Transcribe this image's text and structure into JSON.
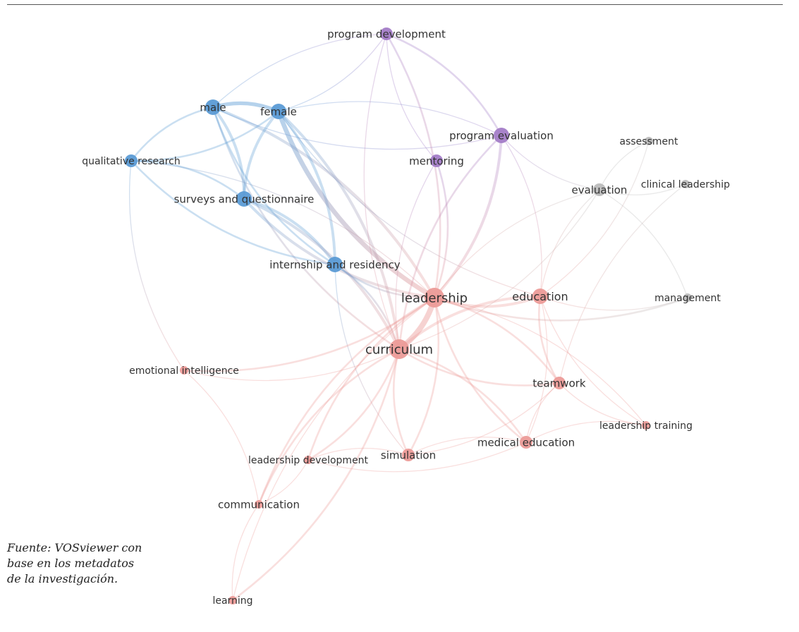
{
  "network": {
    "clusters": {
      "blue": "#5b9bd5",
      "purple": "#a37cc7",
      "gray": "#bcbcbc",
      "red": "#ec9b98"
    },
    "nodes": [
      {
        "id": "program-development",
        "label": "program development",
        "cluster": "purple",
        "weight": 2
      },
      {
        "id": "male",
        "label": "male",
        "cluster": "blue",
        "weight": 3
      },
      {
        "id": "female",
        "label": "female",
        "cluster": "blue",
        "weight": 3
      },
      {
        "id": "program-evaluation",
        "label": "program evaluation",
        "cluster": "purple",
        "weight": 3
      },
      {
        "id": "assessment",
        "label": "assessment",
        "cluster": "gray",
        "weight": 1
      },
      {
        "id": "qualitative-research",
        "label": "qualitative research",
        "cluster": "blue",
        "weight": 2
      },
      {
        "id": "mentoring",
        "label": "mentoring",
        "cluster": "purple",
        "weight": 2
      },
      {
        "id": "evaluation",
        "label": "evaluation",
        "cluster": "gray",
        "weight": 2
      },
      {
        "id": "clinical-leadership",
        "label": "clinical leadership",
        "cluster": "gray",
        "weight": 1
      },
      {
        "id": "surveys-and-questionnaire",
        "label": "surveys and questionnaire",
        "cluster": "blue",
        "weight": 3
      },
      {
        "id": "internship-and-residency",
        "label": "internship and residency",
        "cluster": "blue",
        "weight": 3
      },
      {
        "id": "leadership",
        "label": "leadership",
        "cluster": "red",
        "weight": 5
      },
      {
        "id": "education",
        "label": "education",
        "cluster": "red",
        "weight": 3
      },
      {
        "id": "management",
        "label": "management",
        "cluster": "gray",
        "weight": 1
      },
      {
        "id": "curriculum",
        "label": "curriculum",
        "cluster": "red",
        "weight": 5
      },
      {
        "id": "emotional-intelligence",
        "label": "emotional intelligence",
        "cluster": "red",
        "weight": 1
      },
      {
        "id": "teamwork",
        "label": "teamwork",
        "cluster": "red",
        "weight": 2
      },
      {
        "id": "leadership-training",
        "label": "leadership training",
        "cluster": "red",
        "weight": 1
      },
      {
        "id": "medical-education",
        "label": "medical education",
        "cluster": "red",
        "weight": 2
      },
      {
        "id": "simulation",
        "label": "simulation",
        "cluster": "red",
        "weight": 2
      },
      {
        "id": "leadership-development",
        "label": "leadership development",
        "cluster": "red",
        "weight": 1
      },
      {
        "id": "communication",
        "label": "communication",
        "cluster": "red",
        "weight": 1
      },
      {
        "id": "learning",
        "label": "learning",
        "cluster": "red",
        "weight": 1
      }
    ],
    "links": [
      [
        "male",
        "female",
        4
      ],
      [
        "male",
        "qualitative-research",
        2
      ],
      [
        "male",
        "surveys-and-questionnaire",
        3
      ],
      [
        "male",
        "internship-and-residency",
        2
      ],
      [
        "male",
        "leadership",
        3
      ],
      [
        "male",
        "curriculum",
        2
      ],
      [
        "male",
        "program-development",
        1
      ],
      [
        "male",
        "program-evaluation",
        1
      ],
      [
        "female",
        "qualitative-research",
        2
      ],
      [
        "female",
        "surveys-and-questionnaire",
        3
      ],
      [
        "female",
        "internship-and-residency",
        3
      ],
      [
        "female",
        "leadership",
        5
      ],
      [
        "female",
        "curriculum",
        3
      ],
      [
        "female",
        "program-development",
        1
      ],
      [
        "female",
        "program-evaluation",
        1
      ],
      [
        "female",
        "education",
        1
      ],
      [
        "qualitative-research",
        "surveys-and-questionnaire",
        2
      ],
      [
        "qualitative-research",
        "internship-and-residency",
        2
      ],
      [
        "qualitative-research",
        "leadership",
        1
      ],
      [
        "qualitative-research",
        "emotional-intelligence",
        1
      ],
      [
        "surveys-and-questionnaire",
        "internship-and-residency",
        3
      ],
      [
        "surveys-and-questionnaire",
        "leadership",
        3
      ],
      [
        "surveys-and-questionnaire",
        "curriculum",
        3
      ],
      [
        "internship-and-residency",
        "leadership",
        2
      ],
      [
        "internship-and-residency",
        "curriculum",
        2
      ],
      [
        "internship-and-residency",
        "simulation",
        1
      ],
      [
        "program-development",
        "leadership",
        2
      ],
      [
        "program-development",
        "curriculum",
        1
      ],
      [
        "program-development",
        "program-evaluation",
        2
      ],
      [
        "program-development",
        "mentoring",
        1
      ],
      [
        "program-evaluation",
        "leadership",
        3
      ],
      [
        "program-evaluation",
        "curriculum",
        2
      ],
      [
        "program-evaluation",
        "education",
        1
      ],
      [
        "program-evaluation",
        "evaluation",
        1
      ],
      [
        "mentoring",
        "leadership",
        2
      ],
      [
        "mentoring",
        "curriculum",
        1
      ],
      [
        "leadership",
        "curriculum",
        6
      ],
      [
        "leadership",
        "education",
        3
      ],
      [
        "leadership",
        "teamwork",
        2
      ],
      [
        "leadership",
        "medical-education",
        2
      ],
      [
        "leadership",
        "simulation",
        2
      ],
      [
        "leadership",
        "leadership-development",
        2
      ],
      [
        "leadership",
        "emotional-intelligence",
        2
      ],
      [
        "leadership",
        "management",
        2
      ],
      [
        "leadership",
        "evaluation",
        1
      ],
      [
        "leadership",
        "communication",
        2
      ],
      [
        "leadership",
        "leadership-training",
        1
      ],
      [
        "leadership",
        "learning",
        1
      ],
      [
        "curriculum",
        "education",
        3
      ],
      [
        "curriculum",
        "teamwork",
        2
      ],
      [
        "curriculum",
        "medical-education",
        2
      ],
      [
        "curriculum",
        "simulation",
        2
      ],
      [
        "curriculum",
        "leadership-development",
        2
      ],
      [
        "curriculum",
        "communication",
        2
      ],
      [
        "curriculum",
        "learning",
        2
      ],
      [
        "curriculum",
        "evaluation",
        1
      ],
      [
        "curriculum",
        "emotional-intelligence",
        1
      ],
      [
        "education",
        "teamwork",
        2
      ],
      [
        "education",
        "medical-education",
        1
      ],
      [
        "education",
        "management",
        1
      ],
      [
        "education",
        "evaluation",
        1
      ],
      [
        "education",
        "leadership-training",
        1
      ],
      [
        "evaluation",
        "assessment",
        1
      ],
      [
        "evaluation",
        "clinical-leadership",
        1
      ],
      [
        "evaluation",
        "management",
        1
      ],
      [
        "clinical-leadership",
        "teamwork",
        1
      ],
      [
        "assessment",
        "education",
        1
      ],
      [
        "teamwork",
        "medical-education",
        1
      ],
      [
        "teamwork",
        "simulation",
        1
      ],
      [
        "medical-education",
        "simulation",
        1
      ],
      [
        "medical-education",
        "leadership-development",
        1
      ],
      [
        "simulation",
        "leadership-development",
        1
      ],
      [
        "leadership-development",
        "communication",
        1
      ],
      [
        "communication",
        "learning",
        1
      ],
      [
        "emotional-intelligence",
        "communication",
        1
      ],
      [
        "leadership-training",
        "medical-education",
        1
      ],
      [
        "leadership-training",
        "teamwork",
        1
      ]
    ]
  },
  "caption": {
    "line1": "Fuente: VOSviewer con",
    "line2": "base en los metadatos",
    "line3": "de la investigación."
  }
}
